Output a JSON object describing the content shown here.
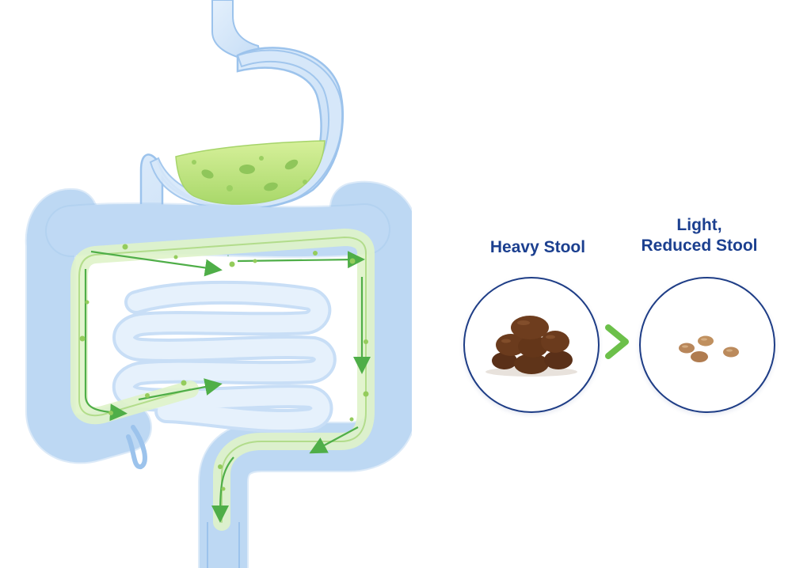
{
  "labels": {
    "heavy": "Heavy Stool",
    "light_line1": "Light,",
    "light_line2": "Reduced Stool"
  },
  "colors": {
    "label_text": "#1b3f8f",
    "circle_border": "#1e3d86",
    "arrow_green": "#5cb85c",
    "chevron_green": "#6cc04a",
    "organ_blue": "#cfe3f8",
    "organ_outline": "#9cc3ec",
    "content_green": "#b9e07a",
    "stool_dark": "#5a3018",
    "stool_light": "#b8865a"
  },
  "icons": {
    "transition": "chevron-right-icon"
  }
}
